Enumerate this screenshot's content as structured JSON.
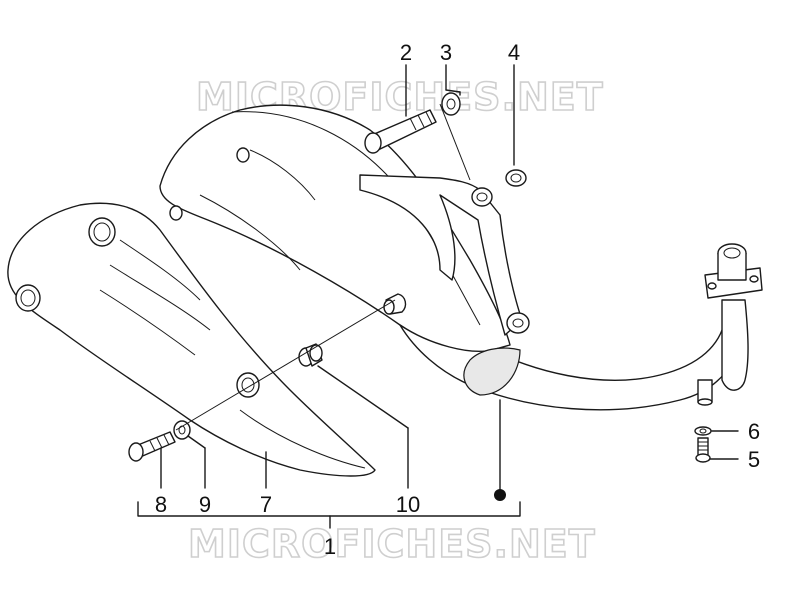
{
  "watermark": {
    "text": "MICROFICHES.NET"
  },
  "callouts": [
    {
      "id": "2",
      "label": "2"
    },
    {
      "id": "3",
      "label": "3"
    },
    {
      "id": "4",
      "label": "4"
    },
    {
      "id": "6",
      "label": "6"
    },
    {
      "id": "5",
      "label": "5"
    },
    {
      "id": "8",
      "label": "8"
    },
    {
      "id": "9",
      "label": "9"
    },
    {
      "id": "7",
      "label": "7"
    },
    {
      "id": "10",
      "label": "10"
    },
    {
      "id": "1",
      "label": "1"
    }
  ],
  "colors": {
    "line": "#1a1a1a",
    "watermark": "#cfcfcf",
    "background": "#ffffff"
  }
}
